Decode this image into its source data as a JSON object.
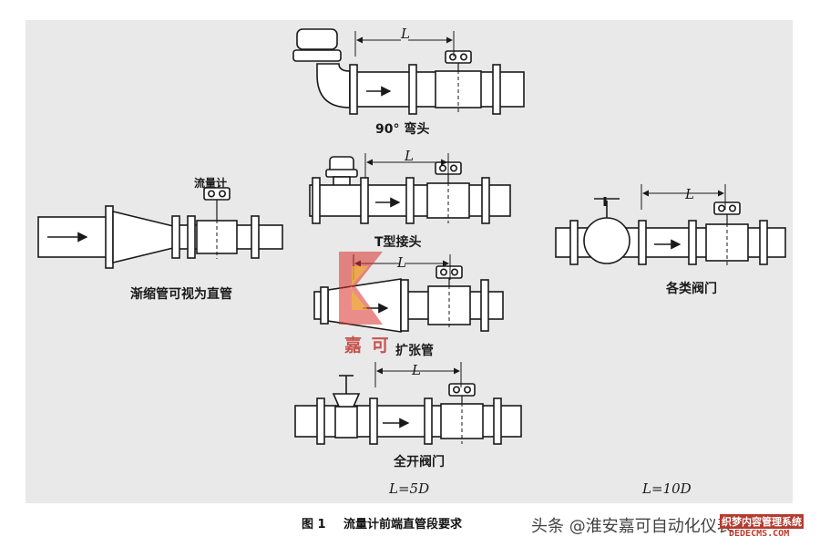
{
  "labels": {
    "elbow": "90° 弯头",
    "tee": "T型接头",
    "reducer_meter": "流量计",
    "reducer": "渐缩管可视为直管",
    "valves": "各类阀门",
    "expander": "扩张管",
    "full_valve": "全开阀门",
    "dim_L": "L"
  },
  "formulas": {
    "left": "L=5D",
    "right": "L=10D"
  },
  "caption": {
    "figure_no": "图 1",
    "title": "流量计前端直管段要求"
  },
  "watermark": {
    "logo_text": "嘉 可",
    "source": "头条 @淮安嘉可自动化仪表",
    "site_top": "织梦内容管理系统",
    "site_bottom": "DEDECMS.COM"
  },
  "colors": {
    "line": "#1a1a1a",
    "fill": "#ffffff",
    "background": "#e9e9e9",
    "logo_red": "#d9302a",
    "logo_yellow": "#f2c230"
  }
}
